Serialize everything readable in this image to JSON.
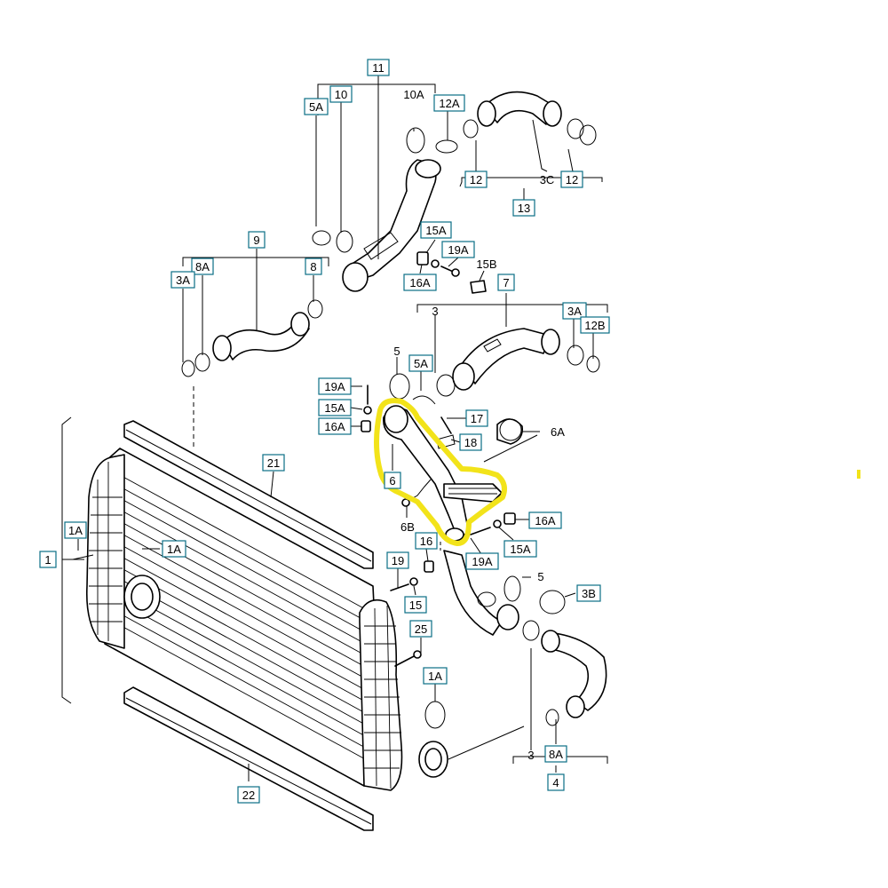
{
  "highlight_color": "#f2e31a",
  "label_box_color": "#0b6f86",
  "labels": {
    "l11": "11",
    "l5A_top": "5A",
    "l10": "10",
    "l10A": "10A",
    "l12A": "12A",
    "l12_left": "12",
    "l3C": "3C",
    "l12_right": "12",
    "l13": "13",
    "l15A_top": "15A",
    "l19A_top": "19A",
    "l15B": "15B",
    "l16A_top": "16A",
    "l9": "9",
    "l8A_top": "8A",
    "l3A_left": "3A",
    "l8": "8",
    "l7": "7",
    "l3_top": "3",
    "l3A_right": "3A",
    "l12B": "12B",
    "l5_mid": "5",
    "l5A_mid": "5A",
    "l19A_left": "19A",
    "l15A_left": "15A",
    "l16A_left": "16A",
    "l17": "17",
    "l18": "18",
    "l6A": "6A",
    "l6": "6",
    "l6B": "6B",
    "l21": "21",
    "l1A_outer": "1A",
    "l1": "1",
    "l1A_inner": "1A",
    "l16": "16",
    "l19": "19",
    "l15": "15",
    "l25": "25",
    "l16A_right": "16A",
    "l15A_right": "15A",
    "l19A_right": "19A",
    "l5_low": "5",
    "l3B": "3B",
    "l1A_low": "1A",
    "l3_low": "3",
    "l8A_low": "8A",
    "l4": "4",
    "l22": "22"
  }
}
